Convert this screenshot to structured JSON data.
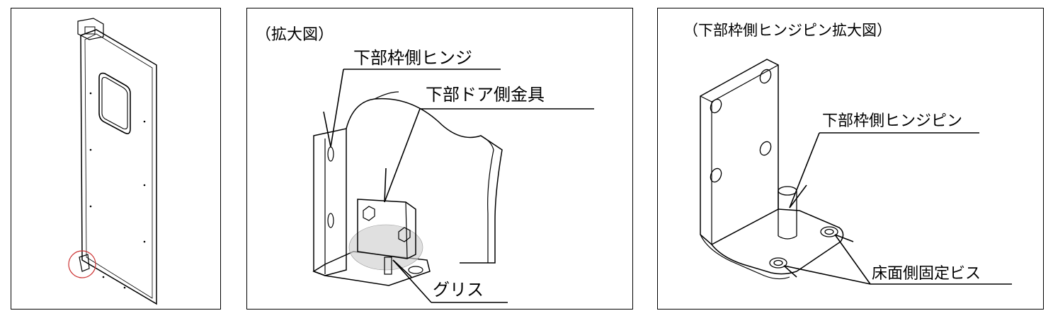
{
  "panel_door": {},
  "panel_enlarged": {
    "title": "（拡大図）",
    "label_lower_frame_hinge": "下部枠側ヒンジ",
    "label_lower_door_fitting": "下部ドア側金具",
    "label_grease": "グリス"
  },
  "panel_pin": {
    "title": "（下部枠側ヒンジピン拡大図）",
    "label_hinge_pin": "下部枠側ヒンジピン",
    "label_floor_screws": "床面側固定ビス"
  },
  "colors": {
    "line": "#000000",
    "highlight_circle": "#cc3333",
    "grease_fill": "#cfcfcf"
  }
}
